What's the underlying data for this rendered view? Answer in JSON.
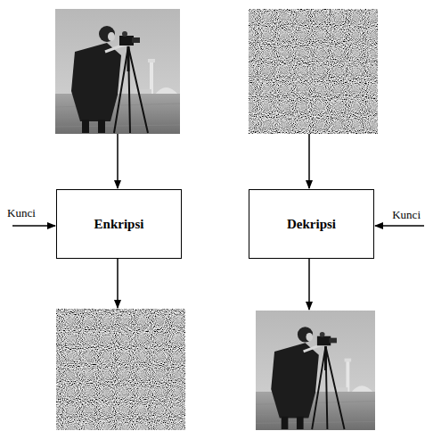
{
  "diagram": {
    "nodes": [
      {
        "text": [
          "Enkripsi"
        ]
      },
      {
        "text": [
          "Dekripsi"
        ]
      }
    ],
    "labels": [
      "Kunci",
      "Kunci"
    ]
  }
}
